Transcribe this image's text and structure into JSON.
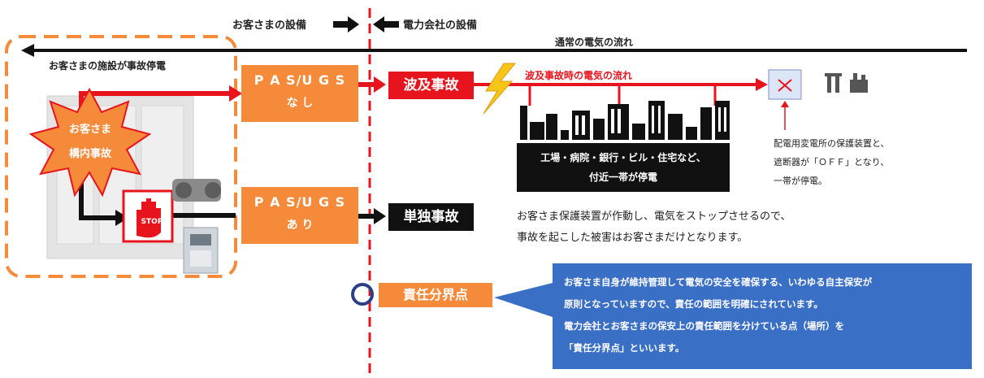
{
  "header": {
    "customer_side": "お客さまの設備",
    "power_side": "電力会社の設備"
  },
  "flows": {
    "normal": "通常の電気の流れ",
    "fault": "波及事故時の電気の流れ"
  },
  "customer_area": {
    "title": "お客さまの施設が事故停電",
    "starburst_line1": "お客さま",
    "starburst_line2": "構内事故"
  },
  "pas_none": {
    "line1": "P A S/U G S",
    "line2": "な し"
  },
  "pas_have": {
    "line1": "P A S/U G S",
    "line2": "あ り"
  },
  "stop_label": "STOP",
  "ripple_accident": "波及事故",
  "single_accident": "単独事故",
  "city_caption": {
    "line1": "工場・病院・銀行・ビル・住宅など、",
    "line2": "付近一帯が停電"
  },
  "substation_note": {
    "line1": "配電用変電所の保護装置と、",
    "line2": "遮断器が「ＯＦＦ」となり、",
    "line3": "一帯が停電。"
  },
  "single_note": {
    "line1": "お客さま保護装置が作動し、電気をストップさせるので、",
    "line2": "事故を起こした被害はお客さまだけとなります。"
  },
  "boundary_label": "責任分界点",
  "callout": {
    "line1": "お客さま自身が維持管理して電気の安全を確保する、いわゆる自主保安が",
    "line2": "原則となっていますので、責任の範囲を明確にされています。",
    "line3": "電力会社とお客さまの保安上の責任範囲を分けている点（場所）を",
    "line4": "「責任分界点」といいます。"
  },
  "colors": {
    "orange": "#f58a3a",
    "red": "#e8141d",
    "dark": "#111111",
    "callout_blue": "#3a6fc6",
    "ring_blue": "#2a3f86"
  }
}
